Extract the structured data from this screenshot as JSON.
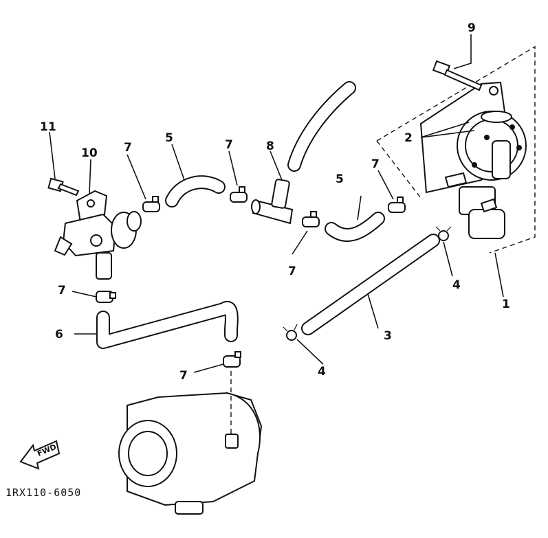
{
  "diagram": {
    "callouts": {
      "c1": "1",
      "c2": "2",
      "c3": "3",
      "c4a": "4",
      "c4b": "4",
      "c5a": "5",
      "c5b": "5",
      "c6": "6",
      "c7a": "7",
      "c7b": "7",
      "c7c": "7",
      "c7d": "7",
      "c7e": "7",
      "c7f": "7",
      "c8": "8",
      "c9": "9",
      "c10": "10",
      "c11": "11"
    },
    "fwd_label": "FWD",
    "drawing_code": "1RX110-6050"
  }
}
